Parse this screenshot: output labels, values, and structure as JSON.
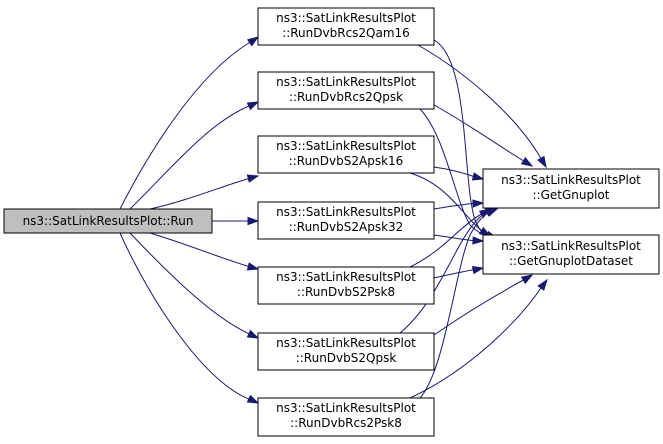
{
  "colors": {
    "edge": "#191970",
    "root_fill": "#bfbfbf",
    "node_fill": "#ffffff",
    "border": "#000000"
  },
  "nodes": {
    "run": [
      "ns3::SatLinkResultsPlot::Run"
    ],
    "rcs2qam16": [
      "ns3::SatLinkResultsPlot",
      "::RunDvbRcs2Qam16"
    ],
    "rcs2qpsk": [
      "ns3::SatLinkResultsPlot",
      "::RunDvbRcs2Qpsk"
    ],
    "s2apsk16": [
      "ns3::SatLinkResultsPlot",
      "::RunDvbS2Apsk16"
    ],
    "s2apsk32": [
      "ns3::SatLinkResultsPlot",
      "::RunDvbS2Apsk32"
    ],
    "s2psk8": [
      "ns3::SatLinkResultsPlot",
      "::RunDvbS2Psk8"
    ],
    "s2qpsk": [
      "ns3::SatLinkResultsPlot",
      "::RunDvbS2Qpsk"
    ],
    "rcs2psk8": [
      "ns3::SatLinkResultsPlot",
      "::RunDvbRcs2Psk8"
    ],
    "getgnuplot": [
      "ns3::SatLinkResultsPlot",
      "::GetGnuplot"
    ],
    "getgnuplotdataset": [
      "ns3::SatLinkResultsPlot",
      "::GetGnuplotDataset"
    ]
  },
  "edges": [
    [
      "run",
      "rcs2qam16"
    ],
    [
      "run",
      "rcs2qpsk"
    ],
    [
      "run",
      "s2apsk16"
    ],
    [
      "run",
      "s2apsk32"
    ],
    [
      "run",
      "s2psk8"
    ],
    [
      "run",
      "s2qpsk"
    ],
    [
      "run",
      "rcs2psk8"
    ],
    [
      "rcs2qam16",
      "getgnuplot"
    ],
    [
      "rcs2qam16",
      "getgnuplotdataset"
    ],
    [
      "rcs2qpsk",
      "getgnuplot"
    ],
    [
      "rcs2qpsk",
      "getgnuplotdataset"
    ],
    [
      "s2apsk16",
      "getgnuplot"
    ],
    [
      "s2apsk16",
      "getgnuplotdataset"
    ],
    [
      "s2apsk32",
      "getgnuplot"
    ],
    [
      "s2apsk32",
      "getgnuplotdataset"
    ],
    [
      "s2psk8",
      "getgnuplot"
    ],
    [
      "s2psk8",
      "getgnuplotdataset"
    ],
    [
      "s2qpsk",
      "getgnuplot"
    ],
    [
      "s2qpsk",
      "getgnuplotdataset"
    ],
    [
      "rcs2psk8",
      "getgnuplot"
    ],
    [
      "rcs2psk8",
      "getgnuplotdataset"
    ]
  ]
}
